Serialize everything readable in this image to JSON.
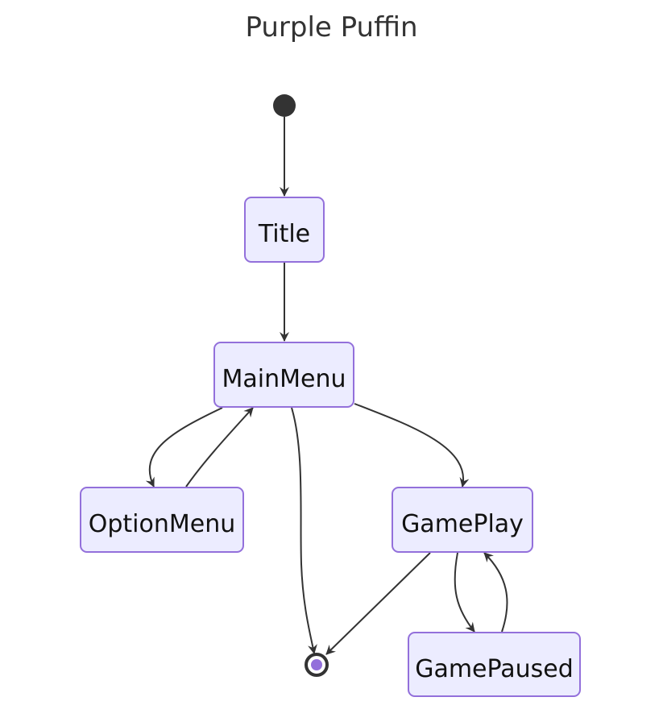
{
  "diagram": {
    "title": "Purple Puffin",
    "colors": {
      "node_fill": "#ECECFF",
      "node_stroke": "#9370DB",
      "edge": "#333333",
      "start": "#333333",
      "end_inner": "#9370DB"
    },
    "states": {
      "title": "Title",
      "main_menu": "MainMenu",
      "option_menu": "OptionMenu",
      "game_play": "GamePlay",
      "game_paused": "GamePaused"
    },
    "transitions": [
      {
        "from": "start",
        "to": "Title"
      },
      {
        "from": "Title",
        "to": "MainMenu"
      },
      {
        "from": "MainMenu",
        "to": "OptionMenu"
      },
      {
        "from": "OptionMenu",
        "to": "MainMenu"
      },
      {
        "from": "MainMenu",
        "to": "end"
      },
      {
        "from": "MainMenu",
        "to": "GamePlay"
      },
      {
        "from": "GamePlay",
        "to": "end"
      },
      {
        "from": "GamePlay",
        "to": "GamePaused"
      },
      {
        "from": "GamePaused",
        "to": "GamePlay"
      }
    ]
  }
}
